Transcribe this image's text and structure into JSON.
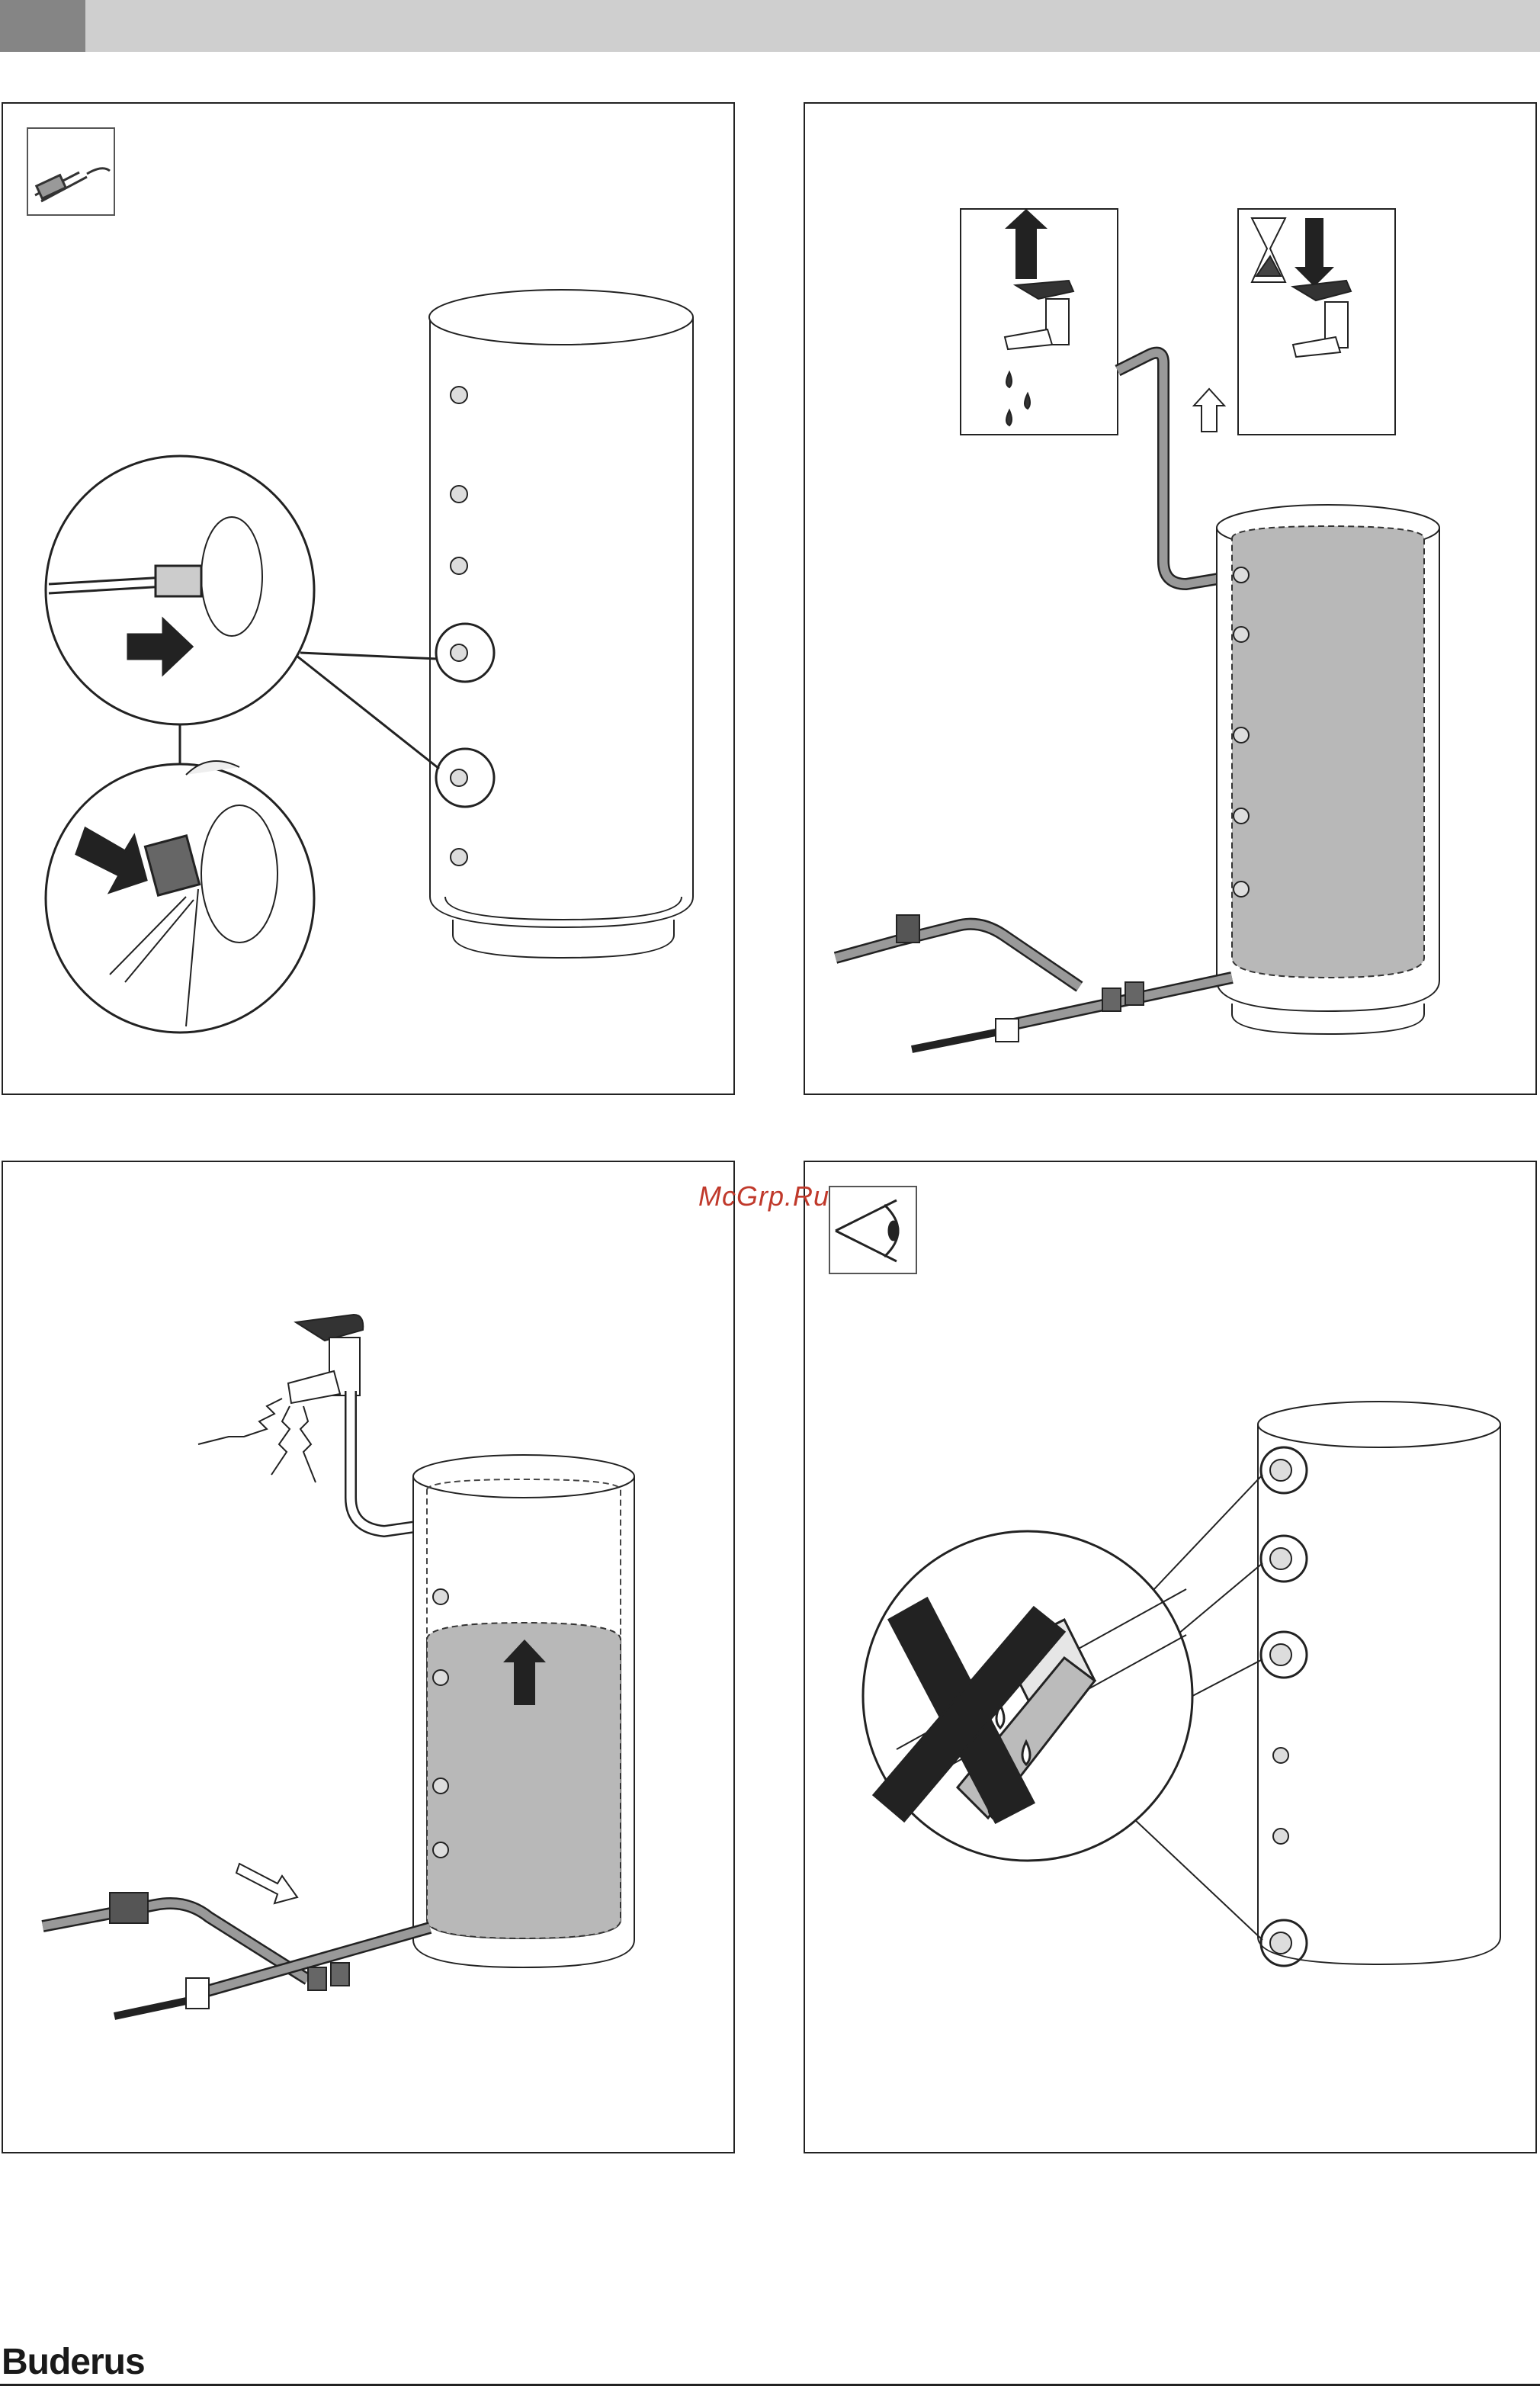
{
  "header": {
    "bar_color": "#cfcfcf",
    "tab_color": "#858585"
  },
  "watermark": {
    "text": "McGrp.Ru",
    "color": "#c0392b"
  },
  "footer": {
    "brand": "Buderus"
  },
  "panels": [
    {
      "step": "install-temperature-sensor",
      "icon": "sensor-cable-icon"
    },
    {
      "step": "fill-tank-open-tap",
      "icon": "hourglass-icon"
    },
    {
      "step": "tank-filling-air-escape",
      "icon": "up-arrow-icon"
    },
    {
      "step": "check-connections-for-leaks",
      "icon": "eye-icon"
    }
  ]
}
